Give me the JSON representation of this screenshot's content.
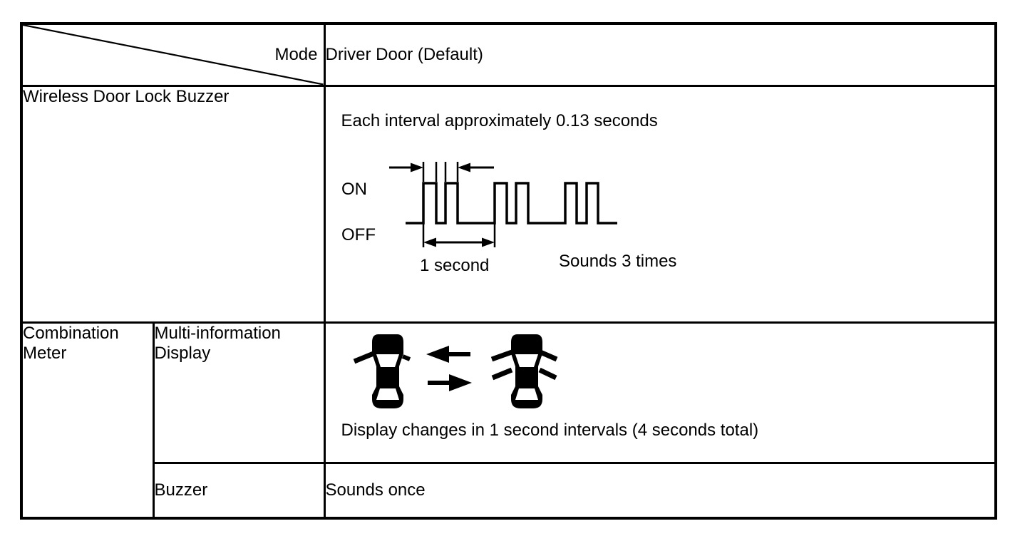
{
  "header": {
    "corner_label": "Mode",
    "mode_value": "Driver Door (Default)"
  },
  "wireless": {
    "label": "Wireless Door Lock Buzzer",
    "interval_note": "Each interval approximately 0.13 seconds",
    "waveform": {
      "on_label": "ON",
      "off_label": "OFF",
      "duration_label": "1 second",
      "sounds_label": "Sounds 3 times",
      "pattern": "3 groups of 2 short pulses, 1 second between groups"
    }
  },
  "meter": {
    "label": "Combination Meter",
    "multi_info": {
      "label": "Multi-information Display",
      "description": "Display changes in 1 second intervals (4 seconds total)"
    },
    "buzzer": {
      "label": "Buzzer",
      "description": "Sounds once"
    }
  }
}
